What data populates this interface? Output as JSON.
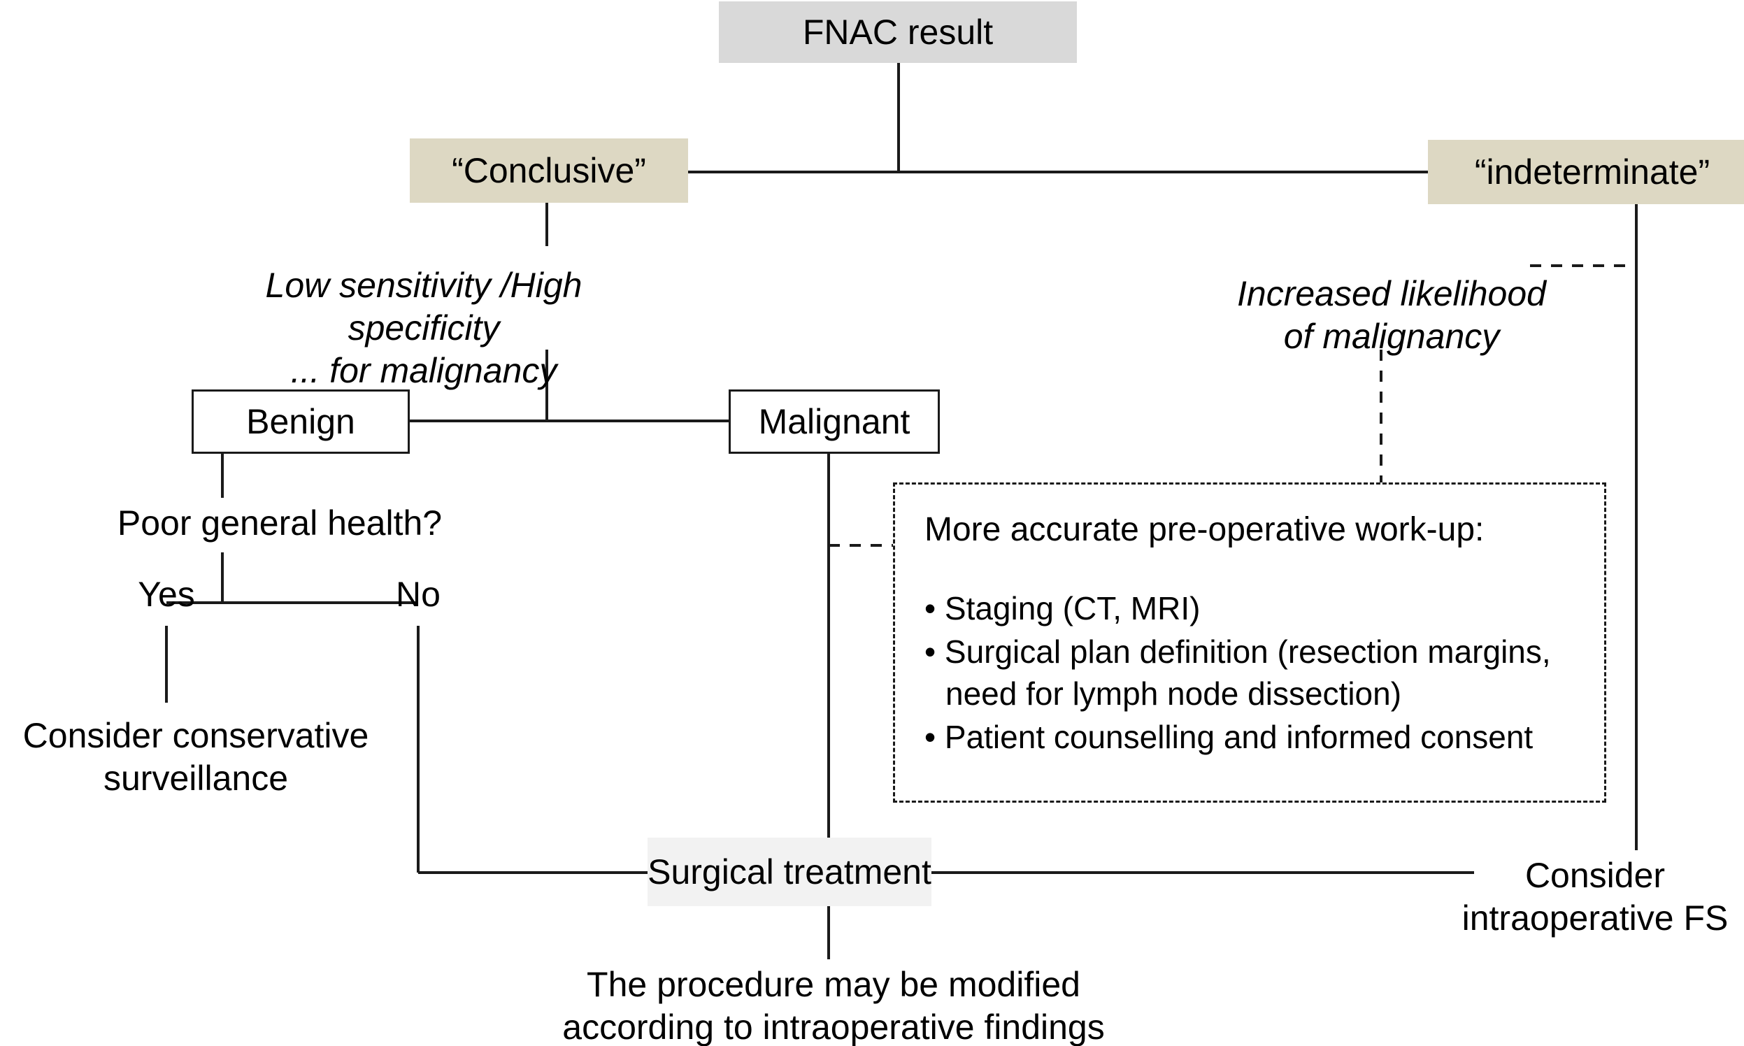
{
  "diagram": {
    "title": "FNAC result decision flowchart",
    "colors": {
      "root_fill": "#d9d9d9",
      "branch_fill": "#ddd8c3",
      "outcome_fill": "#f2f2f2",
      "line": "#1a1a1a",
      "text": "#000000"
    },
    "nodes": {
      "fnac_result": "FNAC result",
      "conclusive": "“Conclusive”",
      "indeterminate": "“indeterminate”",
      "benign": "Benign",
      "malignant": "Malignant",
      "surgical_treatment": "Surgical treatment"
    },
    "annotations": {
      "low_sensitivity": "Low sensitivity /High specificity\n... for malignancy",
      "increased_likelihood": "Increased likelihood\nof malignancy",
      "poor_general_health": "Poor general health?",
      "yes_label": "Yes",
      "no_label": "No",
      "consider_conservative": "Consider conservative\nsurveillance",
      "consider_intraoperative_fs": "Consider\nintraoperative FS",
      "procedure_modified": "The procedure may be modified\naccording to intraoperative findings"
    },
    "workup": {
      "heading": "More accurate pre-operative work-up:",
      "items": [
        "Staging (CT, MRI)",
        "Surgical plan definition (resection margins, need for lymph node dissection)",
        "Patient counselling and informed consent"
      ]
    }
  }
}
